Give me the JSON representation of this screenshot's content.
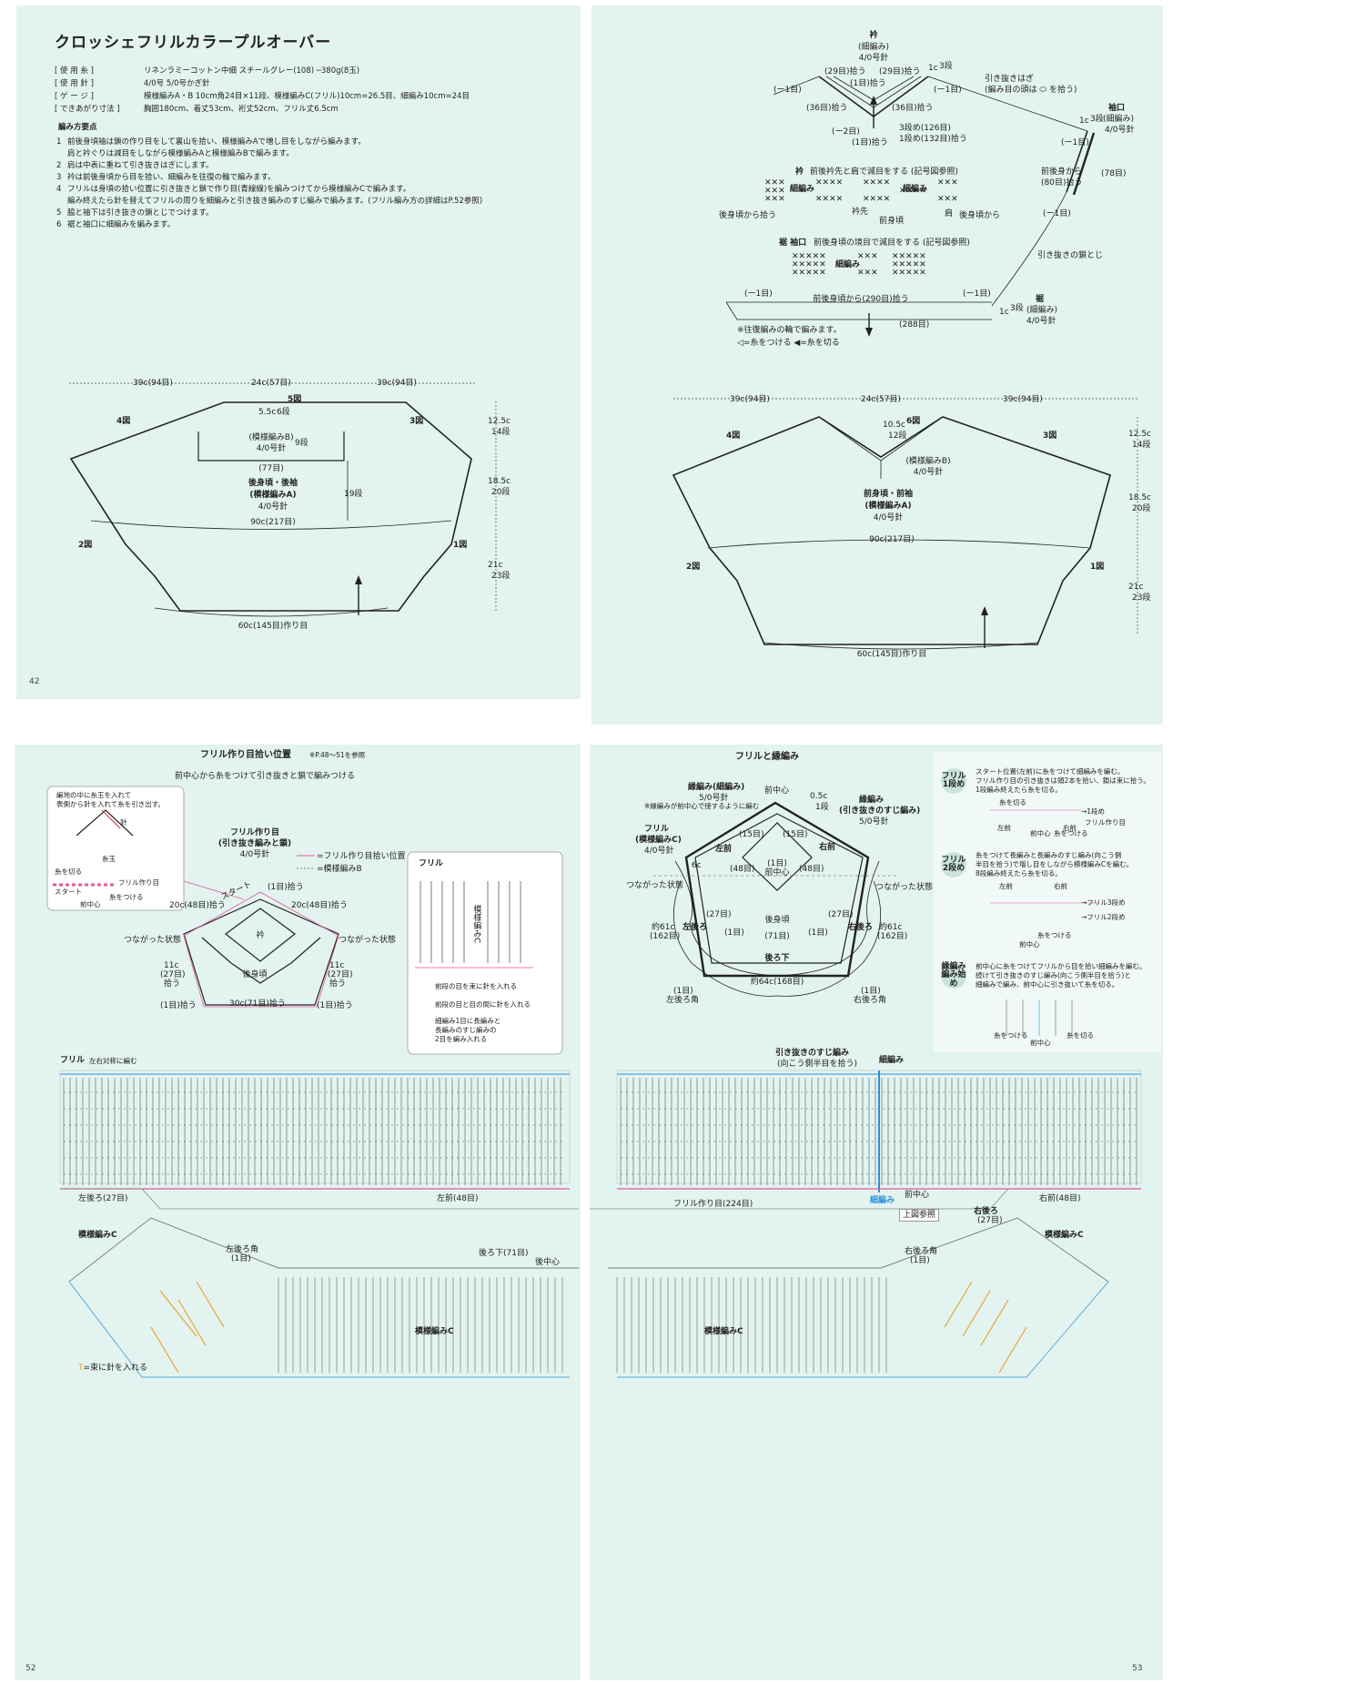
{
  "p42": {
    "title": "クロッシェフリルカラープルオーバー",
    "specs": [
      {
        "label": "使 用 糸",
        "value": "リネンラミーコットン中細 スチールグレー(108) ─380g(8玉)"
      },
      {
        "label": "使 用 針",
        "value": "4/0号 5/0号かぎ針"
      },
      {
        "label": "ゲ ー ジ",
        "value": "模様編みA・B 10cm角24目×11段、模様編みC(フリル)10cm=26.5目、細編み10cm=24目"
      },
      {
        "label": "できあがり寸法",
        "value": "胸囲180cm、着丈53cm、裄丈52cm、フリル丈6.5cm"
      }
    ],
    "method_heading": "編み方要点",
    "steps": [
      {
        "n": "1",
        "text": "前後身頃袖は鎖の作り目をして裏山を拾い、模様編みAで増し目をしながら編みます。"
      },
      {
        "n": "",
        "text": "肩と衿ぐりは減目をしながら模様編みAと模様編みBで編みます。"
      },
      {
        "n": "2",
        "text": "肩は中表に重ねて引き抜きはぎにします。"
      },
      {
        "n": "3",
        "text": "衿は前後身頃から目を拾い、細編みを往復の輪で編みます。"
      },
      {
        "n": "4",
        "text": "フリルは身頃の拾い位置に引き抜きと鎖で作り目(青線線)を編みつけてから模様編みCで編みます。"
      },
      {
        "n": "",
        "text": "編み終えたら針を替えてフリルの周りを細編みと引き抜き編みのすじ編みで編みます。(フリル編み方の詳細はP.52参照)"
      },
      {
        "n": "5",
        "text": "脇と袖下は引き抜きの鎖とじでつけます。"
      },
      {
        "n": "6",
        "text": "裾と袖口に細編みを編みます。"
      }
    ],
    "back": {
      "dim_left": "39c(94目)",
      "dim_mid": "24c(57目)",
      "dim_right": "39c(94目)",
      "b5": "5図",
      "b4": "4図",
      "b3": "3図",
      "b2": "2図",
      "b1": "1図",
      "neck_depth": "5.5c",
      "neck_rows": "6段",
      "patB": "(模様編みB)",
      "patB_needle": "4/0号針",
      "rows9": "9段",
      "sts77": "(77目)",
      "name": "後身頃・後袖",
      "patA": "(模様編みA)",
      "patA_needle": "4/0号針",
      "rows19": "19段",
      "width90": "90c(217目)",
      "hem": "60c(145目)作り目",
      "h1": "12.5c",
      "h1r": "14段",
      "h2": "18.5c",
      "h2r": "20段",
      "h3": "21c",
      "h3r": "23段",
      "page_num": "42"
    }
  },
  "p43": {
    "collar": {
      "title": "衿",
      "subtitle": "(細編み)",
      "needle": "4/0号針",
      "l29a": "(29目)拾う",
      "l29b": "(29目)拾う",
      "l1a": "(1目)拾う",
      "l1c": "1c",
      "l3r": "3段",
      "m1a": "(ー1目)",
      "m1b": "(ー1目)",
      "l36a": "(36目)拾う",
      "l36b": "(36目)拾う",
      "m2": "(ー2目)",
      "l1b": "(1目)拾う",
      "r3": "3段め(126目)",
      "r1": "1段め(132目)拾う",
      "hagi1": "引き抜きはぎ",
      "hagi2": "(編み目の頭は",
      "hagi3": "を拾う)"
    },
    "sleeve": {
      "title": "袖口",
      "subtitle": "(細編み)",
      "needle": "4/0号針",
      "c1": "1c",
      "r3": "3段",
      "m1a": "(ー1目)",
      "m1b": "(ー1目)",
      "from": "前後身から",
      "s80": "(80目)拾う",
      "s78": "(78目)",
      "toji": "引き抜きの鎖とじ"
    },
    "chart1": {
      "title": "衿",
      "desc": "前後衿先と肩で減目をする (記号図参照)",
      "lab1": "細編み",
      "lab2": "細編み",
      "from_back_l": "後身頃から拾う",
      "tip": "衿先",
      "front": "前身頃",
      "shoulder": "肩",
      "from_back_r": "後身頃から"
    },
    "chart2": {
      "title": "裾 袖口",
      "desc": "前後身頃の境目で減目をする (記号図参照)",
      "lab": "細編み"
    },
    "hem": {
      "m1a": "(ー1目)",
      "from": "前後身頃から(290目)拾う",
      "m1b": "(ー1目)",
      "s288": "(288目)",
      "c1": "1c",
      "r3": "3段",
      "title": "裾",
      "subtitle": "(細編み)",
      "needle": "4/0号針"
    },
    "note1": "※往復編みの輪で編みます。",
    "note2": "◁=糸をつける ◀=糸を切る",
    "front": {
      "dim_left": "39c(94目)",
      "dim_mid": "24c(57目)",
      "dim_right": "39c(94目)",
      "b6": "6図",
      "b4": "4図",
      "b3": "3図",
      "b2": "2図",
      "b1": "1図",
      "neck_depth": "10.5c",
      "neck_rows": "12段",
      "patB": "(模様編みB)",
      "patB_needle": "4/0号針",
      "name": "前身頃・前袖",
      "patA": "(模様編みA)",
      "patA_needle": "4/0号針",
      "width90": "90c(217目)",
      "hem": "60c(145目)作り目",
      "h1": "12.5c",
      "h1r": "14段",
      "h2": "18.5c",
      "h2r": "20段",
      "h3": "21c",
      "h3r": "23段"
    }
  },
  "p52": {
    "title": "フリル作り目拾い位置",
    "ref": "※P.48〜51を参照",
    "sub": "前中心から糸をつけて引き抜きと鎖で編みつける",
    "inset1": "編地の中に糸玉を入れて",
    "inset2": "表側から針を入れて糸を引き出す。",
    "inset_needle": "針",
    "inset_ball": "糸玉",
    "inset_cut": "糸を切る",
    "inset_start": "スタート",
    "inset_attach": "糸をつける",
    "inset_center": "前中心",
    "inset_frill": "フリル作り目",
    "frill_base": "フリル作り目",
    "frill_base2": "(引き抜き編みと鎖)",
    "frill_needle": "4/0号針",
    "leg1": "=フリル作り目拾い位置",
    "leg2": "=模様編みB",
    "start": "スタート",
    "pick1": "(1目)拾う",
    "pick20a": "20c(48目)拾う",
    "pick20b": "20c(48目)拾う",
    "collar": "衿",
    "connected1": "つながった状態",
    "connected2": "つながった状態",
    "s11a": "11c",
    "s27a": "(27目)",
    "pa": "拾う",
    "s11b": "11c",
    "s27b": "(27目)",
    "pb": "拾う",
    "back": "後身頃",
    "p1a": "(1目)拾う",
    "p30": "30c(71目)拾う",
    "p1b": "(1目)拾う",
    "frill_title": "フリル",
    "patC": "模様編みC",
    "key1": "前段の目を束に針を入れる",
    "key2": "前段の目と目の間に針を入れる",
    "key3": "細編み1目に長編みと",
    "key4": "長編みのすじ編みの",
    "key5": "2目を編み入れる",
    "frill_lr": "フリル",
    "frill_lr2": "左右対称に編む",
    "left_back": "左後ろ(27目)",
    "left_front": "左前(48目)",
    "patC2": "模様編みC",
    "lb_corner": "左後ろ角",
    "lb_corner2": "(1目)",
    "back_low": "後ろ下(71目)",
    "back_center": "後中心",
    "patC3": "模様編みC",
    "needle_note": "=束に針を入れる",
    "page_num": "52"
  },
  "p53": {
    "title": "フリルと縁編み",
    "edge": "縁編み(細編み)",
    "edge_needle": "5/0号針",
    "edge_note": "※縁編みが前中心で接するように編む",
    "front_center": "前中心",
    "edge2": "縁編み",
    "edge2b": "(引き抜きのすじ編み)",
    "edge2_needle": "5/0号針",
    "c05": "0.5c",
    "r1": "1段",
    "frill": "フリル",
    "frillC": "(模様編みC)",
    "frill_needle": "4/0号針",
    "s15a": "(15目)",
    "s15b": "(15目)",
    "left_front": "左前",
    "right_front": "右前",
    "c6": "6c",
    "s48a": "(48目)",
    "s48b": "(48目)",
    "one1": "(1目)",
    "center1": "前中心",
    "connected1": "つながった状態",
    "connected2": "つながった状態",
    "s27a": "(27目)",
    "s27b": "(27目)",
    "lb": "左後ろ",
    "back": "後身頃",
    "rb": "右後ろ",
    "c61a": "約61c",
    "s162a": "(162目)",
    "c61b": "約61c",
    "s162b": "(162目)",
    "o1a": "(1目)",
    "s71": "(71目)",
    "o1b": "(1目)",
    "back_low": "後ろ下",
    "c64": "約64c(168目)",
    "lbc": "(1目)",
    "lbc2": "左後ろ角",
    "rbc": "(1目)",
    "rbc2": "右後ろ角",
    "g1": "フリル",
    "g1b": "1段め",
    "g1t1": "スタート位置(左前)に糸をつけて細編みを編む。",
    "g1t2": "フリル作り目の引き抜きは頭2本を拾い、鎖は束に拾う。",
    "g1t3": "1段編み終えたら糸を切る。",
    "g1cut": "糸を切る",
    "g1row": "→1段め",
    "g1lf": "左前",
    "g1rf": "右前",
    "g1frill": "フリル作り目",
    "g1center": "前中心",
    "g1attach": "糸をつける",
    "g2": "フリル",
    "g2b": "2段め",
    "g2t1": "糸をつけて長編みと長編みのすじ編み(向こう側",
    "g2t2": "半目を拾う)で増し目をしながら模様編みCを編む。",
    "g2t3": "8段編み終えたら糸を切る。",
    "g2lf": "左前",
    "g2rf": "右前",
    "g2r3": "→フリル3段め",
    "g2r2": "→フリル2段め",
    "g2attach": "糸をつける",
    "g2center": "前中心",
    "g3": "縁編み",
    "g3b": "編み始め",
    "g3t1": "前中心に糸をつけてフリルから目を拾い細編みを編む。",
    "g3t2": "続けて引き抜きのすじ編み(向こう側半目を拾う)と",
    "g3t3": "細編みで編み、前中心に引き抜いて糸を切る。",
    "g3attach": "糸をつける",
    "g3center": "前中心",
    "g3cut": "糸を切る",
    "slip": "引き抜きのすじ編み",
    "slip2": "(向こう側半目を拾う)",
    "sc": "細編み",
    "fc": "前中心",
    "frill_base": "フリル作り目(224目)",
    "right_front2": "右前(48目)",
    "sc2": "細編み",
    "ref": "上図参照",
    "rb2": "右後ろ",
    "rb3": "(27目)",
    "patC": "模様編みC",
    "rbc3": "右後ろ角",
    "rbc4": "(1目)",
    "patC2": "模様編みC",
    "page_num": "53"
  },
  "colors": {
    "page_bg": "#e3f3ef",
    "pink": "#e05a9a",
    "blue": "#2f8fd8",
    "orange": "#e8a23a",
    "line": "#222222"
  }
}
